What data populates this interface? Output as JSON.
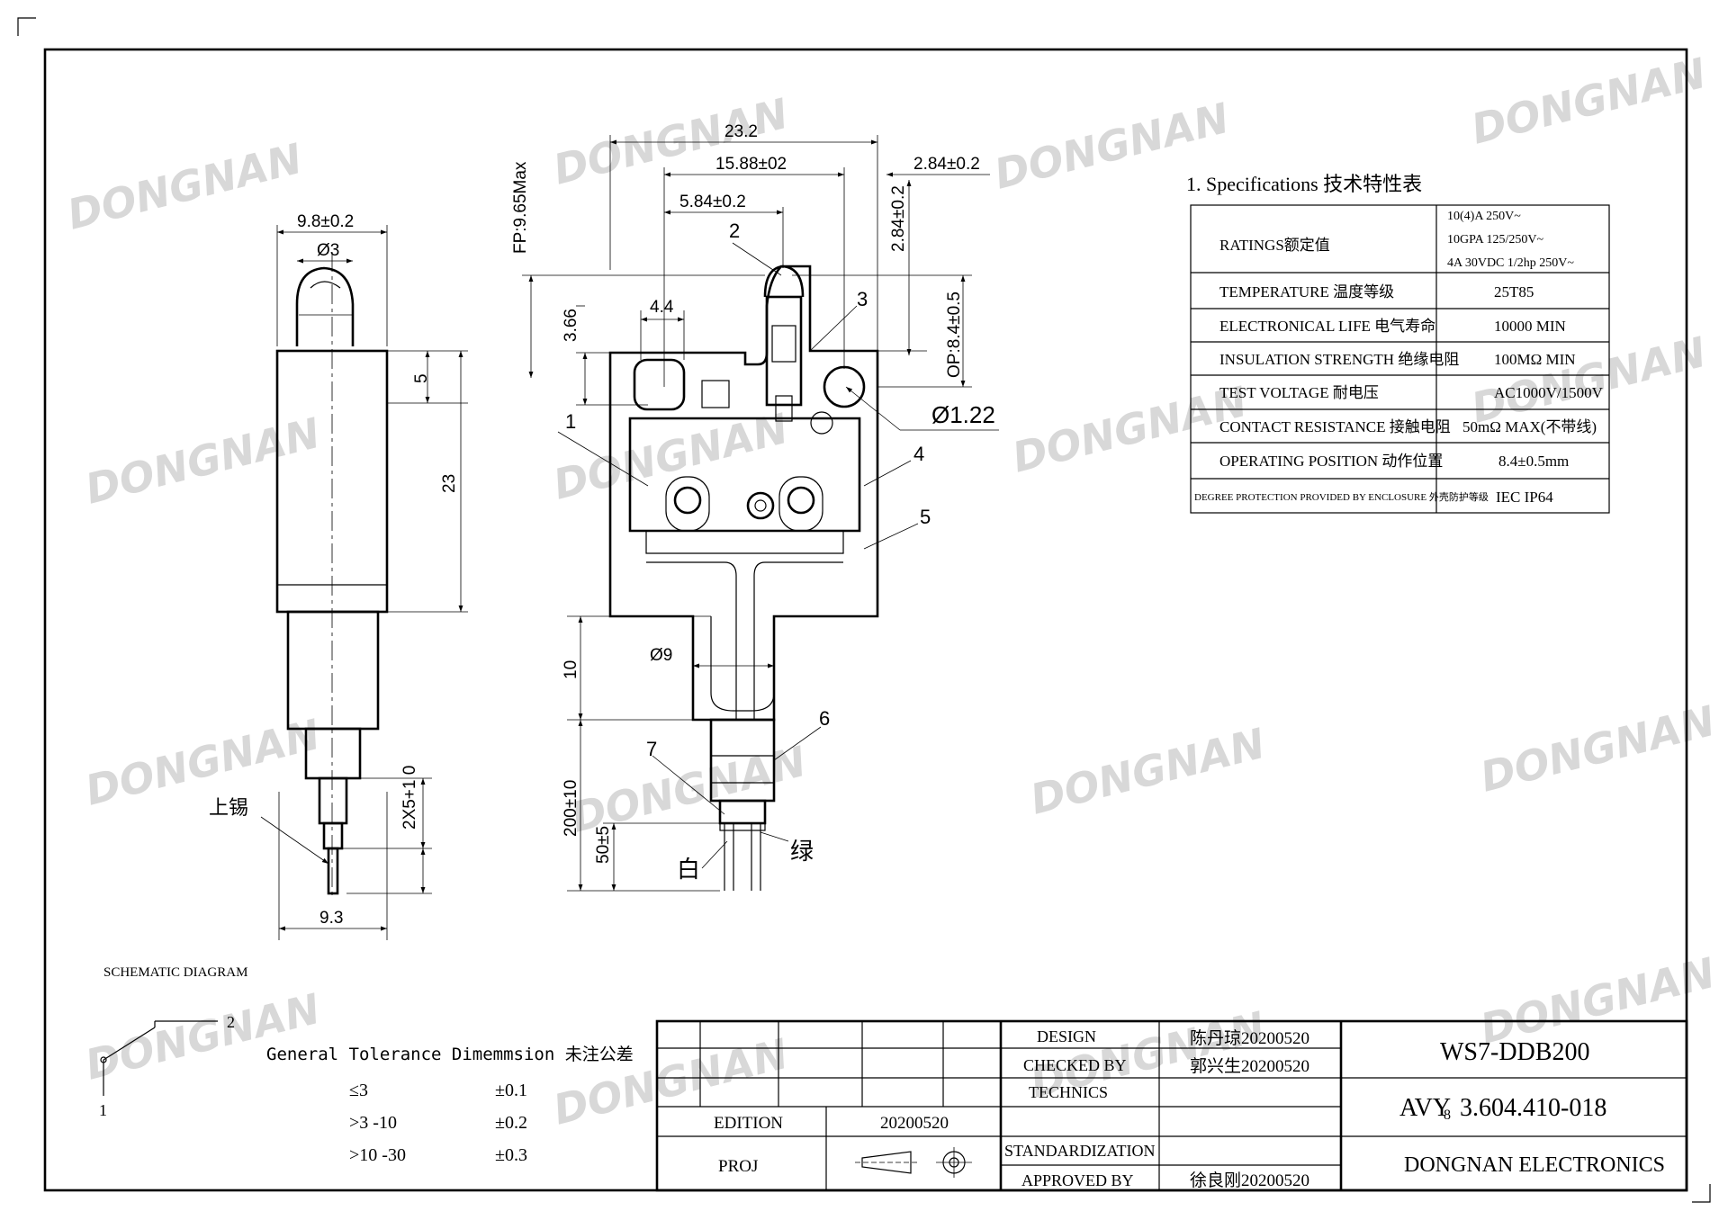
{
  "watermark": "DONGNAN",
  "side_view": {
    "width_dim": "9.8±0.2",
    "plunger_dim": "Ø3",
    "dim_5": "5",
    "dim_23": "23",
    "terminal_dim": "2X5+1 0",
    "base_dim": "9.3",
    "solder_label": "上锡"
  },
  "front_view": {
    "dim_232": "23.2",
    "dim_1588": "15.88±02",
    "dim_284h": "2.84±0.2",
    "dim_584": "5.84±0.2",
    "dim_fp": "FP:9.65Max",
    "dim_284v": "2.84±0.2",
    "dim_366": "3.66",
    "dim_44": "4.4",
    "dim_op": "OP:8.4±0.5",
    "dim_hole": "Ø1.22",
    "dim_10": "10",
    "dim_9": "Ø9",
    "dim_200": "200±10",
    "dim_50": "50±5",
    "callouts": [
      "1",
      "2",
      "3",
      "4",
      "5",
      "6",
      "7"
    ],
    "wire_white": "白",
    "wire_green": "绿"
  },
  "spec_table": {
    "title": "1. Specifications  技术特性表",
    "rows": [
      {
        "label": "RATINGS额定值",
        "value": "10(4)A 250V~\n10GPA 125/250V~\n4A 30VDC 1/2hp 250V~"
      },
      {
        "label": "TEMPERATURE 温度等级",
        "value": "25T85"
      },
      {
        "label": "ELECTRONICAL LIFE 电气寿命",
        "value": "10000 MIN"
      },
      {
        "label": "INSULATION STRENGTH 绝缘电阻",
        "value": "100MΩ MIN"
      },
      {
        "label": "TEST VOLTAGE 耐电压",
        "value": "AC1000V/1500V"
      },
      {
        "label": "CONTACT RESISTANCE 接触电阻",
        "value": "50mΩ MAX(不带线)"
      },
      {
        "label": "OPERATING POSITION 动作位置",
        "value": "8.4±0.5mm"
      },
      {
        "label": "DEGREE PROTECTION PROVIDED BY ENCLOSURE 外壳防护等级",
        "value": "IEC IP64"
      }
    ]
  },
  "schematic": {
    "title": "SCHEMATIC DIAGRAM",
    "pin1": "1",
    "pin2": "2"
  },
  "tolerance": {
    "title": "General Tolerance Dimemmsion 未注公差",
    "rows": [
      {
        "range": "≤3",
        "tol": "±0.1"
      },
      {
        "range": ">3 -10",
        "tol": "±0.2"
      },
      {
        "range": ">10 -30",
        "tol": "±0.3"
      }
    ]
  },
  "title_block": {
    "edition_label": "EDITION",
    "edition_value": "20200520",
    "proj_label": "PROJ",
    "design_label": "DESIGN",
    "design_value": "陈丹琼20200520",
    "checked_label": "CHECKED BY",
    "checked_value": "郭兴生20200520",
    "technics_label": "TECHNICS",
    "standard_label": "STANDARDIZATION",
    "approved_label": "APPROVED BY",
    "approved_value": "徐良刚20200520",
    "model": "WS7-DDB200",
    "drawing_no_prefix": "AVY",
    "drawing_no_sub": "8",
    "drawing_no": "3.604.410-018",
    "company": "DONGNAN ELECTRONICS"
  }
}
